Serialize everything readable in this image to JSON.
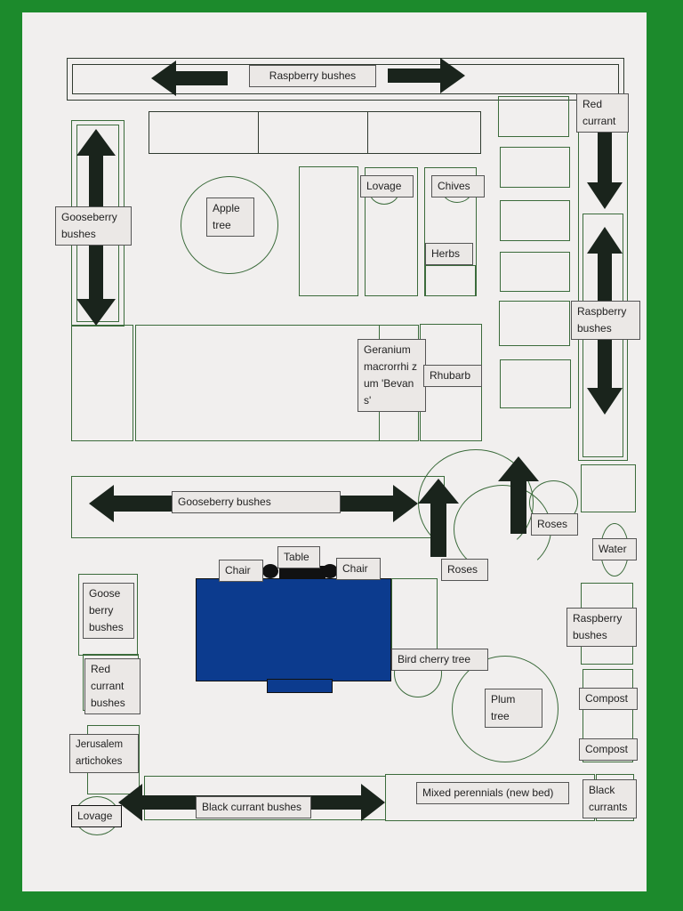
{
  "labels": {
    "raspberry_top": "Raspberry bushes",
    "red_currant": "Red currant",
    "gooseberry_left": "Gooseberry bushes",
    "apple_tree": "Apple tree",
    "lovage_top": "Lovage",
    "chives": "Chives",
    "herbs": "Herbs",
    "raspberry_right": "Raspberry bushes",
    "geranium": "Geranium macrorrhi zum 'Bevans'",
    "rhubarb": "Rhubarb",
    "gooseberry_mid": "Gooseberry bushes",
    "roses_1": "Roses",
    "roses_2": "Roses",
    "water": "Water",
    "table": "Table",
    "chair_left": "Chair",
    "chair_right": "Chair",
    "goose_berry_left": "Goose berry bushes",
    "red_currant_bushes": "Red currant bushes",
    "bird_cherry": "Bird cherry tree",
    "plum_tree": "Plum tree",
    "raspberry_lower_right": "Raspberry bushes",
    "compost_1": "Compost",
    "compost_2": "Compost",
    "jerusalem": "Jerusalem artichokes",
    "lovage_bottom": "Lovage",
    "black_currant_bushes": "Black currant bushes",
    "mixed_perennials": "Mixed perennials (new bed)",
    "black_currants": "Black currants"
  },
  "colors": {
    "background": "#1c8a2c",
    "paper": "#f1efee",
    "outline": "#3b6b3b",
    "table": "#0c3b8e"
  }
}
